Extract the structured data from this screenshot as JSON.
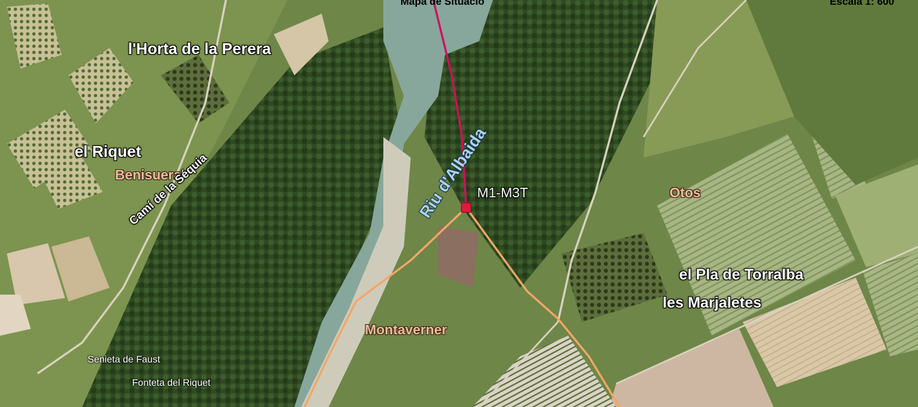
{
  "header": {
    "title": "Mapa de Situació",
    "scale": "Escala 1: 600"
  },
  "map": {
    "type": "satellite imagery",
    "colors": {
      "route_north": "#d0105a",
      "route_south": "#f2a765",
      "marker": "#e01a3c",
      "label_orange": "#f2b99b",
      "river_label": "#a9d3ee"
    },
    "marker_label": "M1-M3T",
    "place_labels": {
      "horta": "l'Horta de la Perera",
      "riquet": "el Riquet",
      "benisuera": "Benisuera",
      "otos": "Otos",
      "pla_torralba": "el Pla de Torralba",
      "marjaletes": "les Marjaletes",
      "montaverner": "Montaverner",
      "senieta": "Senieta de Faust",
      "fonteta": "Fonteta del Riquet"
    },
    "road_label": "Camí de la Séquia",
    "river_label": "Riu d'Albaida"
  }
}
